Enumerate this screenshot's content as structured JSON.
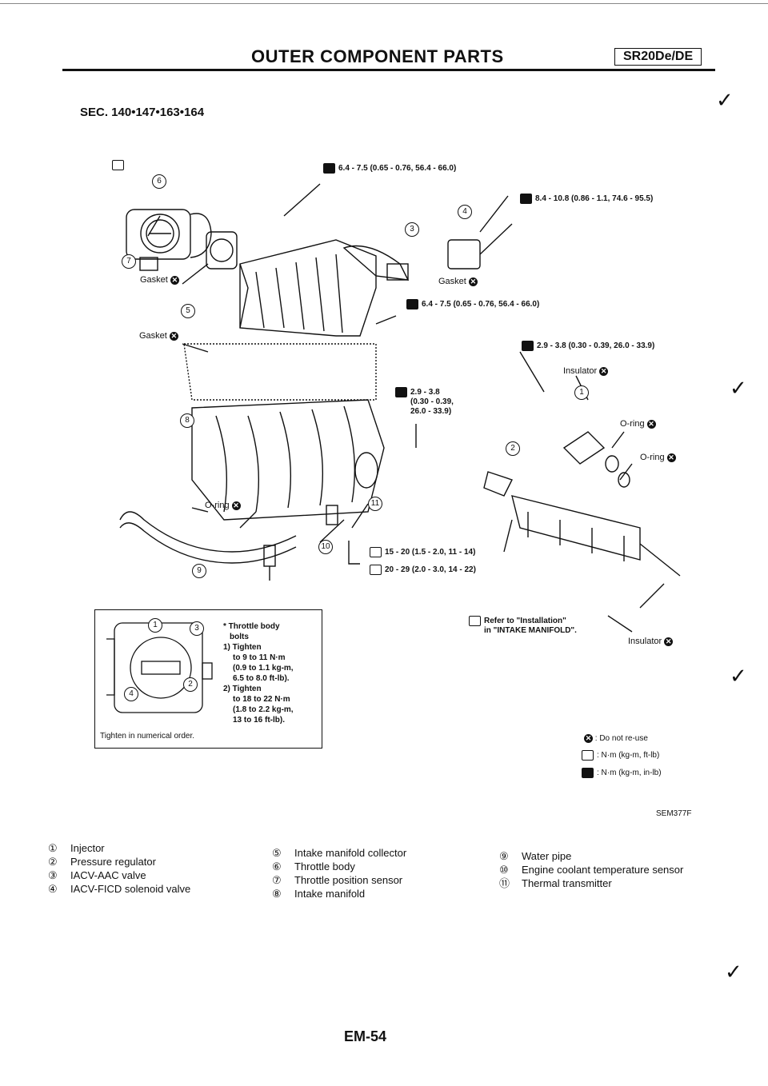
{
  "header": {
    "title": "OUTER COMPONENT PARTS",
    "model": "SR20De/DE",
    "section": "SEC. 140•147•163•164"
  },
  "torque_callouts": {
    "c1": "6.4 - 7.5 (0.65 - 0.76, 56.4 - 66.0)",
    "c2": "8.4 - 10.8 (0.86 - 1.1, 74.6 - 95.5)",
    "c3": "6.4 - 7.5 (0.65 - 0.76, 56.4 - 66.0)",
    "c4": "2.9 - 3.8 (0.30 - 0.39, 26.0 - 33.9)",
    "c5_l1": "2.9 - 3.8",
    "c5_l2": "(0.30 - 0.39,",
    "c5_l3": "26.0 - 33.9)",
    "c6": "15 - 20 (1.5 - 2.0, 11 - 14)",
    "c7": "20 - 29 (2.0 - 3.0, 14 - 22)"
  },
  "labels": {
    "gasket": "Gasket",
    "insulator": "Insulator",
    "o_ring": "O-ring"
  },
  "ref_note": {
    "l1": "Refer to \"Installation\"",
    "l2": "in \"INTAKE MANIFOLD\"."
  },
  "inset": {
    "l1": "* Throttle body",
    "l2": "bolts",
    "l3": "1) Tighten",
    "l4": "to 9 to 11 N·m",
    "l5": "(0.9 to 1.1 kg-m,",
    "l6": "6.5 to 8.0 ft-lb).",
    "l7": "2) Tighten",
    "l8": "to 18 to 22 N·m",
    "l9": "(1.8 to 2.2 kg-m,",
    "l10": "13 to 16 ft-lb).",
    "caption": "Tighten in numerical order."
  },
  "legend": {
    "reuse": ": Do not re-use",
    "nm_ftlb": ": N·m (kg-m, ft-lb)",
    "nm_inlb": ": N·m (kg-m, in-lb)"
  },
  "figure_code": "SEM377F",
  "parts": [
    {
      "n": "①",
      "name": "Injector"
    },
    {
      "n": "②",
      "name": "Pressure regulator"
    },
    {
      "n": "③",
      "name": "IACV-AAC valve"
    },
    {
      "n": "④",
      "name": "IACV-FICD solenoid valve"
    },
    {
      "n": "⑤",
      "name": "Intake manifold collector"
    },
    {
      "n": "⑥",
      "name": "Throttle body"
    },
    {
      "n": "⑦",
      "name": "Throttle position sensor"
    },
    {
      "n": "⑧",
      "name": "Intake manifold"
    },
    {
      "n": "⑨",
      "name": "Water pipe"
    },
    {
      "n": "⑩",
      "name": "Engine coolant temperature sensor"
    },
    {
      "n": "⑪",
      "name": "Thermal transmitter"
    }
  ],
  "numbers": {
    "n1": "1",
    "n2": "2",
    "n3": "3",
    "n4": "4",
    "n5": "5",
    "n6": "6",
    "n7": "7",
    "n8": "8",
    "n9": "9",
    "n10": "10",
    "n11": "11"
  },
  "page_number": "EM-54"
}
